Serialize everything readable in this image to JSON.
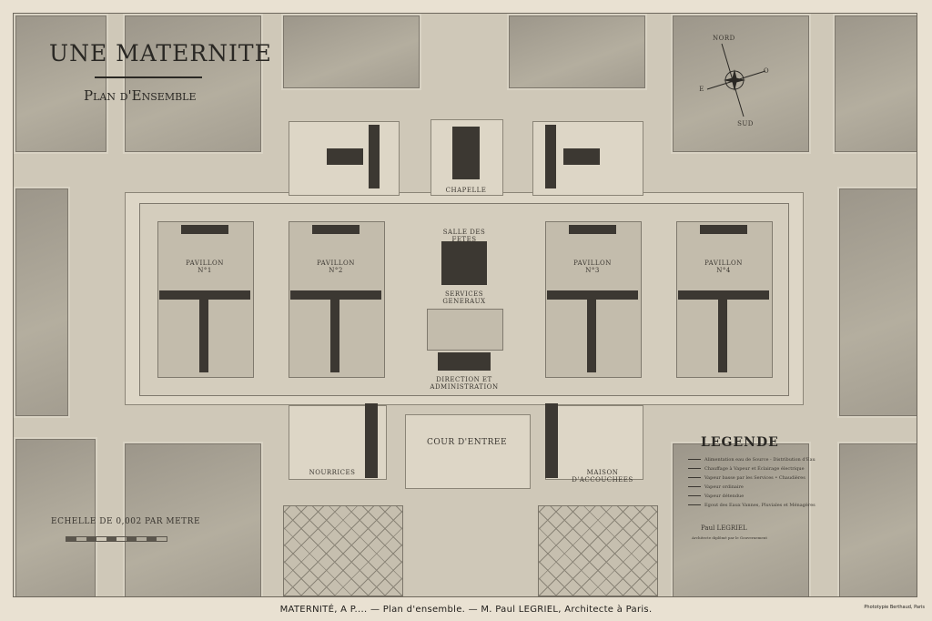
{
  "title": "UNE MATERNITE",
  "subtitle": "Plan d'Ensemble",
  "compass": {
    "north": "NORD",
    "south": "SUD",
    "east": "E",
    "west": "O"
  },
  "labels": {
    "chapel": "CHAPELLE",
    "salle": "SALLE DES FETES",
    "services": "SERVICES GENERAUX",
    "direction": "DIRECTION ET ADMINISTRATION",
    "cour": "COUR D'ENTREE",
    "pavilion1": "PAVILLON N°1",
    "pavilion2": "PAVILLON N°2",
    "pavilion3": "PAVILLON N°3",
    "pavilion4": "PAVILLON N°4",
    "nourrices": "NOURRICES",
    "maison": "MAISON D'ACCOUCHEES"
  },
  "legend": {
    "title": "LEGENDE",
    "rows": [
      "Alimentation eau de Source - Distribution d'Eau",
      "Chauffage à Vapeur et Éclairage électrique",
      "Vapeur basse par les Services • Chaudières",
      "Vapeur ordinaire",
      "Vapeur détendue",
      "Egout des Eaux Vannes, Pluviales et Ménagères"
    ]
  },
  "signature": "Paul LEGRIEL",
  "signature_sub": "Architecte diplômé par le Gouvernement",
  "scale": "ECHELLE   DE  0,002  PAR  METRE",
  "caption": "MATERNITÉ, A P.... — Plan d'ensemble. — M. Paul LEGRIEL, Architecte à Paris.",
  "credit": "Phototypie Berthaud, Paris"
}
